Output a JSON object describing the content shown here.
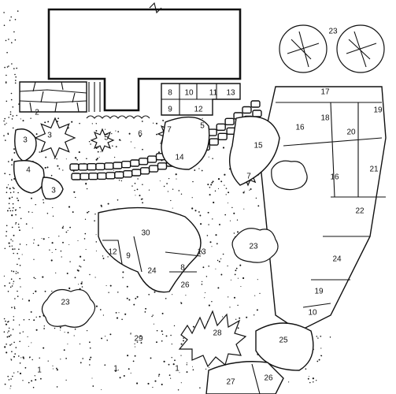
{
  "plan": {
    "colors": {
      "ink": "#111111",
      "paper": "#ffffff"
    },
    "labels": [
      {
        "id": "l1",
        "text": "1"
      },
      {
        "id": "l2",
        "text": "2"
      },
      {
        "id": "l3a",
        "text": "3"
      },
      {
        "id": "l3b",
        "text": "3"
      },
      {
        "id": "l3c",
        "text": "3"
      },
      {
        "id": "l4",
        "text": "4"
      },
      {
        "id": "l5a",
        "text": "5"
      },
      {
        "id": "l5b",
        "text": "5"
      },
      {
        "id": "l6",
        "text": "6"
      },
      {
        "id": "l7a",
        "text": "7"
      },
      {
        "id": "l7b",
        "text": "7"
      },
      {
        "id": "l8a",
        "text": "8"
      },
      {
        "id": "l8b",
        "text": "8"
      },
      {
        "id": "l9a",
        "text": "9"
      },
      {
        "id": "l9b",
        "text": "9"
      },
      {
        "id": "l10a",
        "text": "10"
      },
      {
        "id": "l10b",
        "text": "10"
      },
      {
        "id": "l11",
        "text": "11"
      },
      {
        "id": "l12a",
        "text": "12"
      },
      {
        "id": "l12b",
        "text": "12"
      },
      {
        "id": "l13a",
        "text": "13"
      },
      {
        "id": "l13b",
        "text": "13"
      },
      {
        "id": "l14",
        "text": "14"
      },
      {
        "id": "l15",
        "text": "15"
      },
      {
        "id": "l16a",
        "text": "16"
      },
      {
        "id": "l16b",
        "text": "16"
      },
      {
        "id": "l17",
        "text": "17"
      },
      {
        "id": "l18",
        "text": "18"
      },
      {
        "id": "l19a",
        "text": "19"
      },
      {
        "id": "l19b",
        "text": "19"
      },
      {
        "id": "l20",
        "text": "20"
      },
      {
        "id": "l21",
        "text": "21"
      },
      {
        "id": "l22",
        "text": "22"
      },
      {
        "id": "l23a",
        "text": "23"
      },
      {
        "id": "l23b",
        "text": "23"
      },
      {
        "id": "l23c",
        "text": "23"
      },
      {
        "id": "l24a",
        "text": "24"
      },
      {
        "id": "l24b",
        "text": "24"
      },
      {
        "id": "l25",
        "text": "25"
      },
      {
        "id": "l26a",
        "text": "26"
      },
      {
        "id": "l26b",
        "text": "26"
      },
      {
        "id": "l27",
        "text": "27"
      },
      {
        "id": "l28",
        "text": "28"
      },
      {
        "id": "l29",
        "text": "29"
      },
      {
        "id": "l30",
        "text": "30"
      },
      {
        "id": "l1b",
        "text": "1"
      },
      {
        "id": "l1c",
        "text": "1"
      }
    ]
  }
}
